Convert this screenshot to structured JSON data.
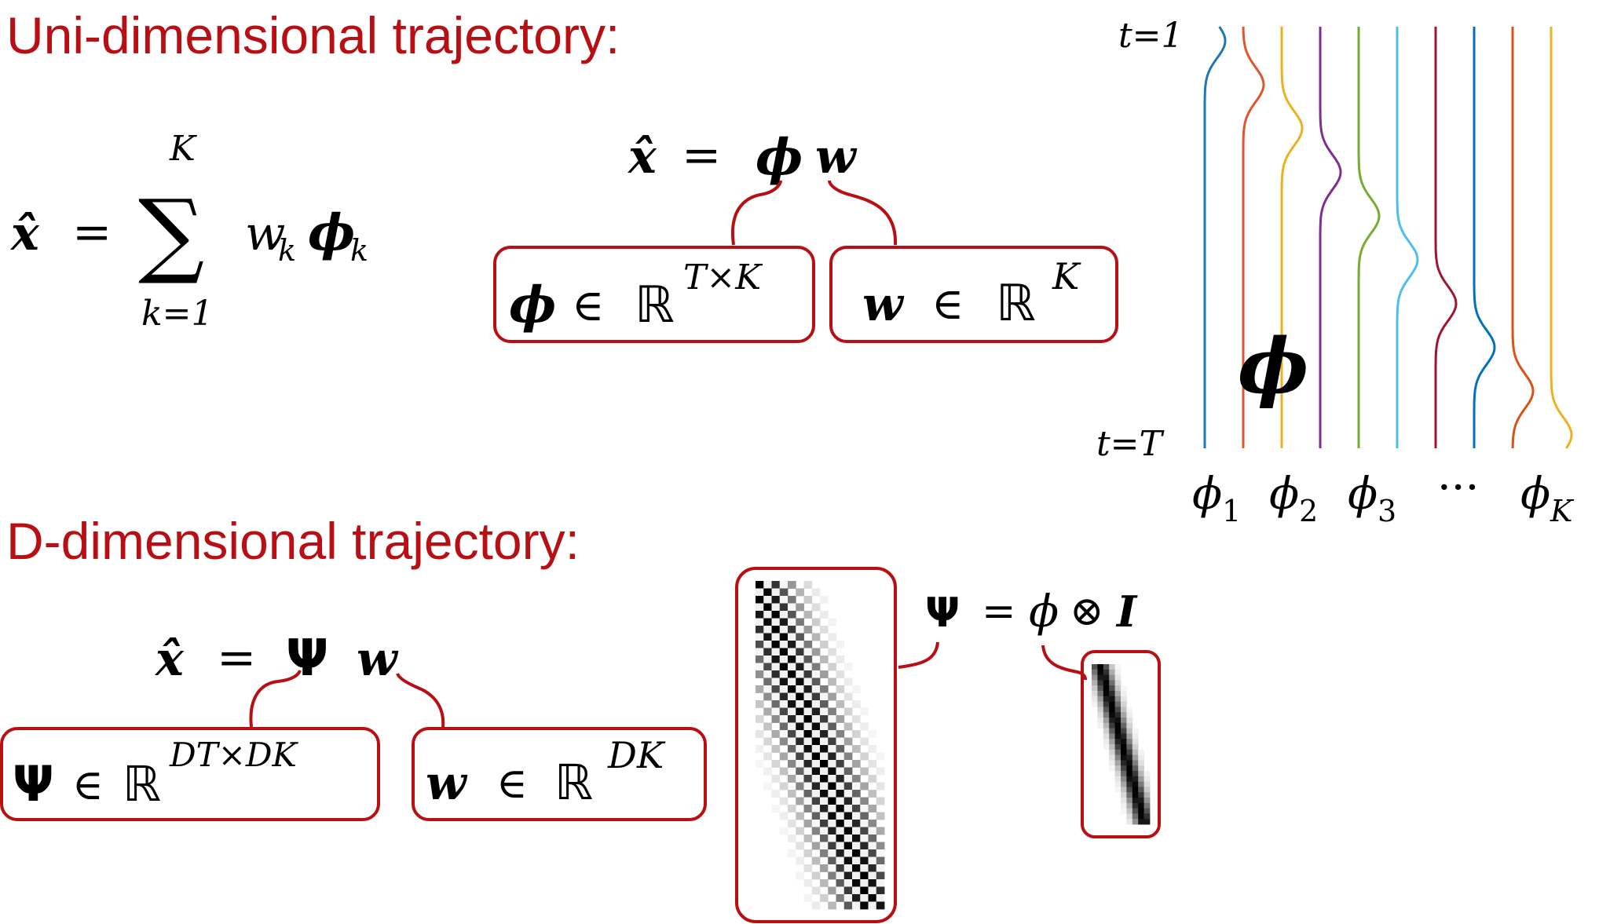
{
  "headings": {
    "uni": "Uni-dimensional trajectory:",
    "multi": "D-dimensional trajectory:"
  },
  "colors": {
    "accent": "#b80f14",
    "basis": [
      "#1f77b4",
      "#e2542a",
      "#edb120",
      "#7e2f8e",
      "#77ac30",
      "#4dbeee",
      "#a2142f",
      "#0072bd",
      "#d95319",
      "#edb120"
    ]
  },
  "sum_eq": {
    "lhs": "x̂",
    "eq": "=",
    "sigma": "∑",
    "upper": "K",
    "lower": "k=1",
    "w": "w",
    "w_sub": "k",
    "phi": "ϕ",
    "phi_sub": "k"
  },
  "uni_eq": {
    "lhs": "x̂",
    "eq": "=",
    "phi": "ϕ",
    "w": "w",
    "phi_dim": {
      "sym": "ϕ",
      "in": "∈",
      "R": "ℝ",
      "exp": "T×K"
    },
    "w_dim": {
      "sym": "w",
      "in": "∈",
      "R": "ℝ",
      "exp": "K"
    }
  },
  "basis_plot": {
    "t_top": "t=1",
    "t_bottom": "t=T",
    "phi_label": "ϕ",
    "labels": [
      {
        "sym": "ϕ",
        "sub": "1"
      },
      {
        "sym": "ϕ",
        "sub": "2"
      },
      {
        "sym": "ϕ",
        "sub": "3"
      },
      {
        "sym": "ϕ",
        "sub": "K"
      }
    ],
    "ellipsis": "···"
  },
  "multi_eq": {
    "lhs": "x̂",
    "eq": "=",
    "Psi": "Ψ",
    "w": "w",
    "Psi_dim": {
      "sym": "Ψ",
      "in": "∈",
      "R": "ℝ",
      "exp": "DT×DK"
    },
    "w_dim": {
      "sym": "w",
      "in": "∈",
      "R": "ℝ",
      "exp": "DK"
    }
  },
  "kron_eq": {
    "Psi": "Ψ",
    "eq": "=",
    "phi": "ϕ",
    "otimes": "⊗",
    "I": "I"
  }
}
